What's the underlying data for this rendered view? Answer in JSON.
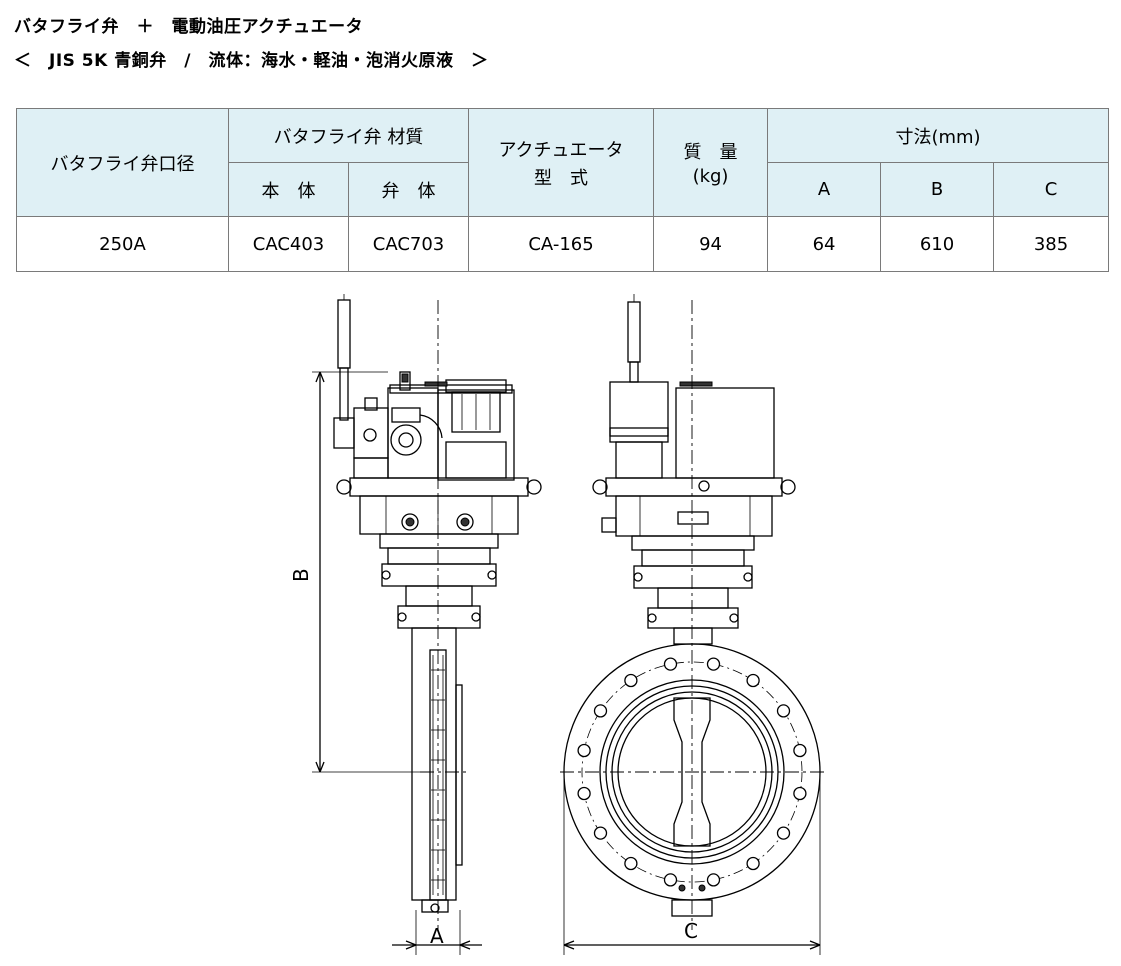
{
  "header": {
    "title": "バタフライ弁　＋　電動油圧アクチュエータ",
    "subtitle": "＜　JIS 5K 青銅弁　/　流体：海水・軽油・泡消火原液　＞"
  },
  "table": {
    "headers": {
      "bore": "バタフライ弁口径",
      "material": "バタフライ弁 材質",
      "body": "本　体",
      "disc": "弁　体",
      "actuator_line1": "アクチュエータ",
      "actuator_line2": "型　式",
      "mass_line1": "質　量",
      "mass_line2": "(kg)",
      "dims": "寸法(mm)",
      "dim_a": "A",
      "dim_b": "B",
      "dim_c": "C"
    },
    "rows": [
      {
        "bore": "250A",
        "body": "CAC403",
        "disc": "CAC703",
        "actuator": "CA-165",
        "mass": "94",
        "a": "64",
        "b": "610",
        "c": "385"
      }
    ]
  },
  "drawing": {
    "label_a": "A",
    "label_b": "B",
    "label_c": "C"
  }
}
